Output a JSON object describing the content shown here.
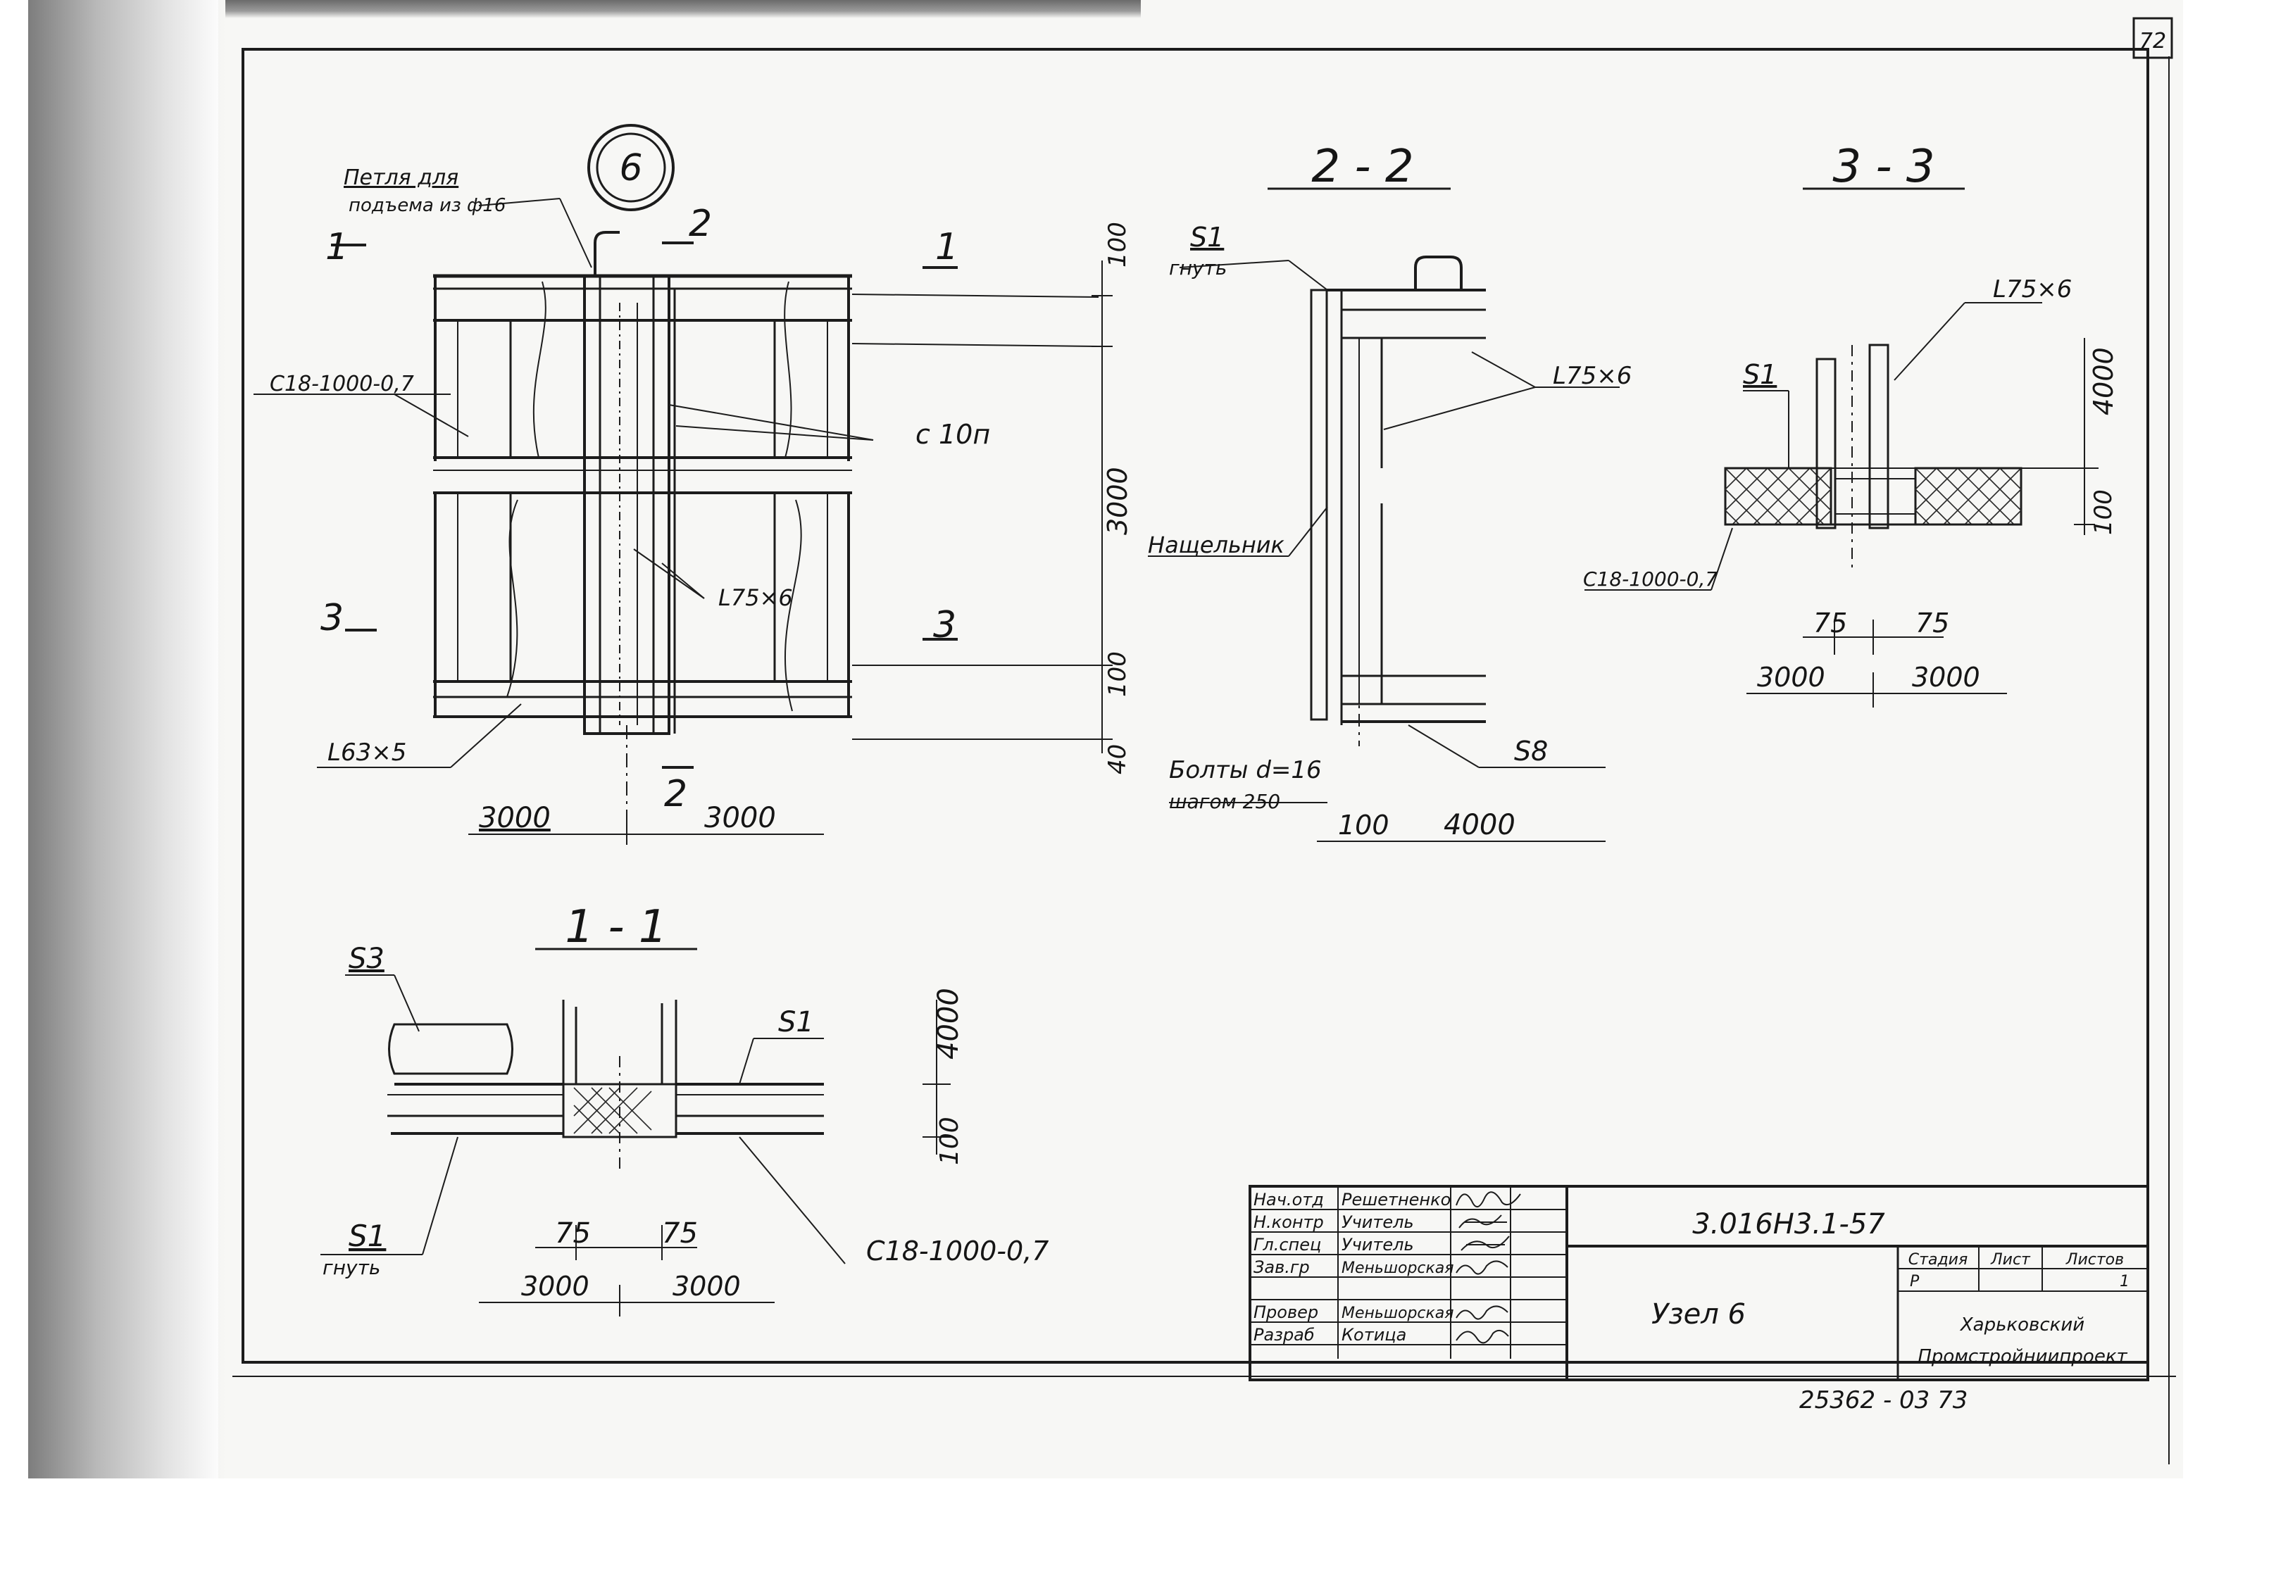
{
  "sheet_number": "72",
  "node_marker": "6",
  "main_view": {
    "loop_note_line1": "Петля для",
    "loop_note_line2": "подъема из ф16",
    "section_1": "1",
    "section_2": "2",
    "section_3": "3",
    "label_c18": "C18-1000-0,7",
    "label_c10": "с 10п",
    "label_l75": "L75×6",
    "label_l63": "L63×5",
    "dim_100_top": "100",
    "dim_3000_vert": "3000",
    "dim_100_bottom": "100",
    "dim_40": "40",
    "dim_3000_left": "3000",
    "dim_3000_right": "3000"
  },
  "section_2_2": {
    "title": "2 - 2",
    "s1": "S1",
    "s1_note": "гнуть",
    "l75": "L75×6",
    "nashchelnik": "Нащельник",
    "bolts_line1": "Болты d=16",
    "bolts_line2": "шагом 250",
    "s8": "S8",
    "dim_100": "100",
    "dim_4000": "4000"
  },
  "section_3_3": {
    "title": "3 - 3",
    "l75": "L75×6",
    "s1": "S1",
    "dim_4000": "4000",
    "dim_100": "100",
    "c18": "C18-1000-0,7",
    "dim_75_left": "75",
    "dim_75_right": "75",
    "dim_3000_left": "3000",
    "dim_3000_right": "3000"
  },
  "section_1_1": {
    "title": "1 - 1",
    "s3": "S3",
    "s1_top": "S1",
    "dim_4000": "4000",
    "dim_100": "100",
    "s1_bottom": "S1",
    "s1_note": "гнуть",
    "dim_75_left": "75",
    "dim_75_right": "75",
    "c18": "C18-1000-0,7",
    "dim_3000_left": "3000",
    "dim_3000_right": "3000"
  },
  "title_block": {
    "rows": [
      {
        "role": "Нач.отд",
        "name": "Решетненко"
      },
      {
        "role": "Н.контр",
        "name": "Учитель"
      },
      {
        "role": "Гл.спец",
        "name": "Учитель"
      },
      {
        "role": "Зав.гр",
        "name": "Меньшорская"
      },
      {
        "role": "",
        "name": ""
      },
      {
        "role": "Провер",
        "name": "Меньшорская"
      },
      {
        "role": "Разраб",
        "name": "Котица"
      }
    ],
    "doc_code": "3.016Н3.1-57",
    "node_name": "Узел 6",
    "col_stage": "Стадия",
    "col_sheet": "Лист",
    "col_sheets": "Листов",
    "stage": "Р",
    "sheets": "1",
    "org_line1": "Харьковский",
    "org_line2": "Промстройниипроект"
  },
  "bottom_stamp": "25362 - 03   73"
}
